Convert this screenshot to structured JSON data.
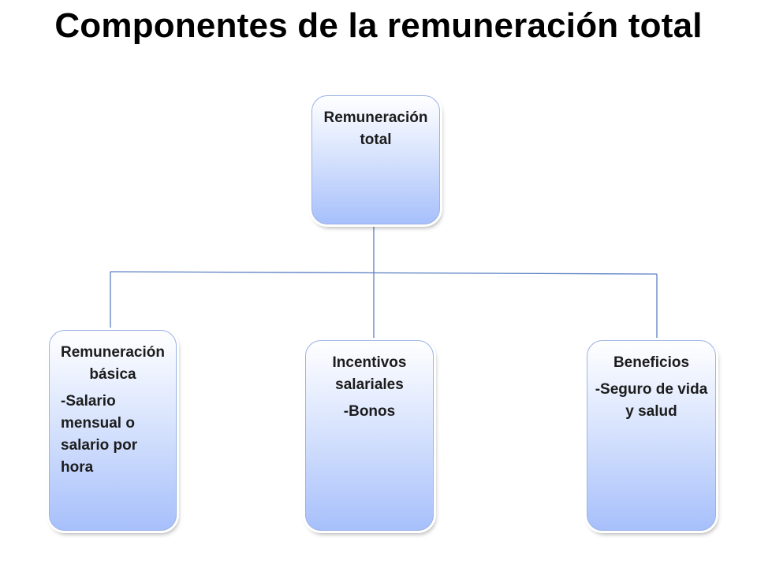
{
  "title": "Componentes de la remuneración total",
  "nodes": {
    "root": {
      "label": "Remuneración total"
    },
    "basic": {
      "label": "Remuneración básica",
      "detail": "-Salario mensual o salario por hora"
    },
    "incentives": {
      "label": "Incentivos salariales",
      "detail": "-Bonos"
    },
    "benefits": {
      "label": "Beneficios",
      "detail": "-Seguro de vida y salud"
    }
  },
  "colors": {
    "node_top": "#ffffff",
    "node_bottom": "#a7c0fb",
    "node_border": "#9bb3e6",
    "connector": "#5b7fc4"
  }
}
